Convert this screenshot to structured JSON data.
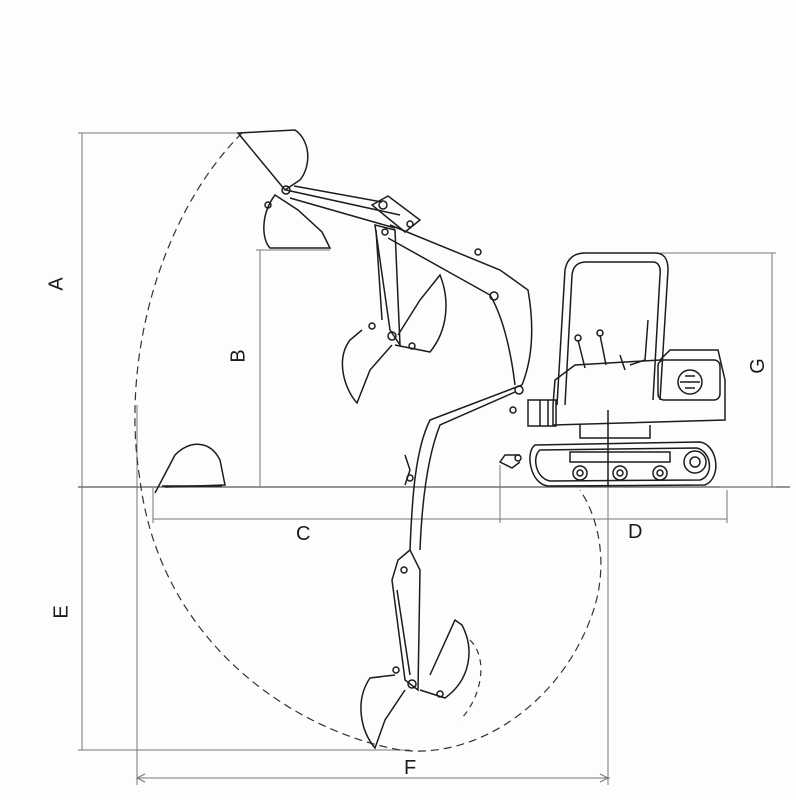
{
  "labels": {
    "a": "A",
    "b": "B",
    "c": "C",
    "d": "D",
    "e": "E",
    "f": "F",
    "g": "G"
  },
  "colors": {
    "line": "#1c1c1c",
    "dim_line": "#6a6a6a",
    "background": "#fdfdfd"
  }
}
